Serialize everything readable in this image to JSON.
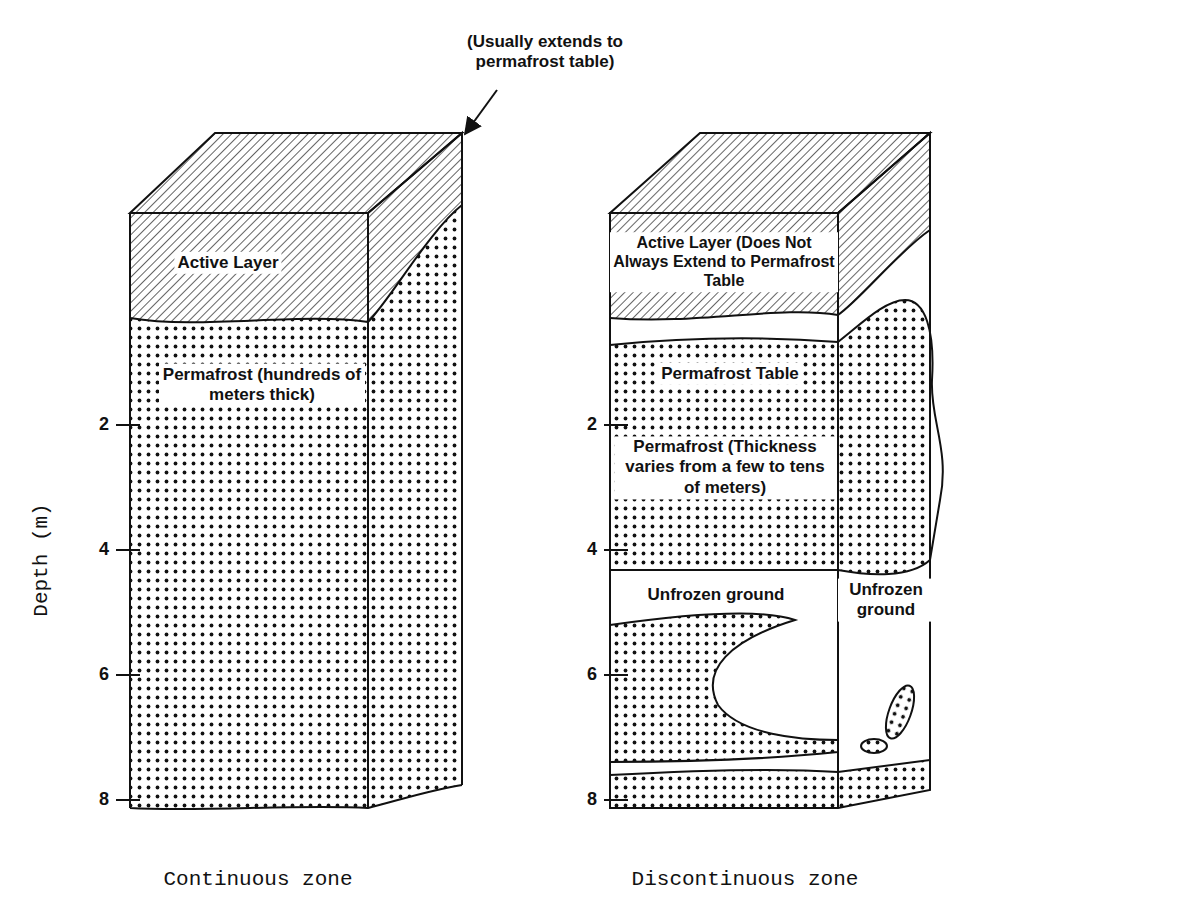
{
  "diagram": {
    "labels": [
      "(Usually extends to permafrost table)",
      "Active Layer",
      "Permafrost (hundreds of meters thick)",
      "2",
      "4",
      "6",
      "8",
      "Depth (m)",
      "Continuous zone",
      "Active Layer (Does Not Always Extend to Permafrost Table",
      "Permafrost Table",
      "Permafrost (Thickness varies from a few to tens of meters)",
      "Unfrozen ground",
      "Unfrozen ground",
      "2",
      "4",
      "6",
      "8",
      "Discontinuous zone"
    ]
  }
}
